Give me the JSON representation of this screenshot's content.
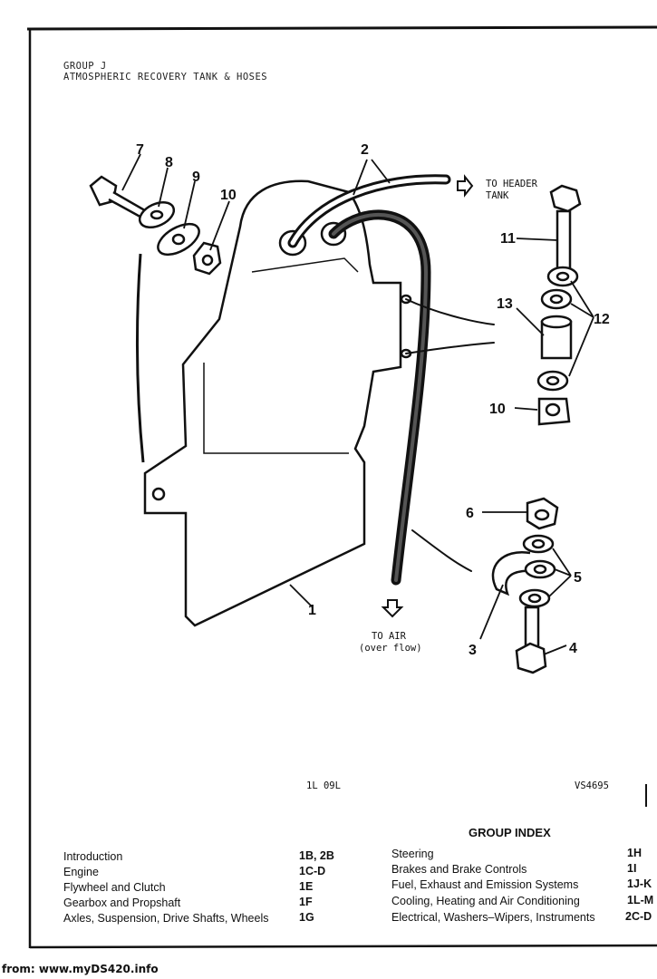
{
  "header": {
    "group": "GROUP J",
    "title": "ATMOSPHERIC RECOVERY TANK & HOSES"
  },
  "diagram": {
    "callouts": [
      "1",
      "2",
      "3",
      "4",
      "5",
      "6",
      "7",
      "8",
      "9",
      "10",
      "10",
      "11",
      "12",
      "13"
    ],
    "to_header_tank": [
      "TO HEADER",
      "TANK"
    ],
    "to_air": [
      "TO AIR",
      "(over flow)"
    ],
    "figure_code_left": "1L 09L",
    "figure_code_right": "VS4695"
  },
  "group_index": {
    "title": "GROUP INDEX",
    "left": [
      {
        "label": "Introduction",
        "code": "1B, 2B"
      },
      {
        "label": "Engine",
        "code": "1C-D"
      },
      {
        "label": "Flywheel and Clutch",
        "code": "1E"
      },
      {
        "label": "Gearbox and Propshaft",
        "code": "1F"
      },
      {
        "label": "Axles, Suspension, Drive Shafts, Wheels",
        "code": "1G"
      }
    ],
    "right": [
      {
        "label": "Steering",
        "code": "1H"
      },
      {
        "label": "Brakes and Brake Controls",
        "code": "1I"
      },
      {
        "label": "Fuel, Exhaust and Emission Systems",
        "code": "1J-K"
      },
      {
        "label": "Cooling, Heating and Air Conditioning",
        "code": "1L-M"
      },
      {
        "label": "Electrical, Washers–Wipers, Instruments",
        "code": "2C-D"
      }
    ]
  },
  "footer": "from: www.myDS420.info"
}
